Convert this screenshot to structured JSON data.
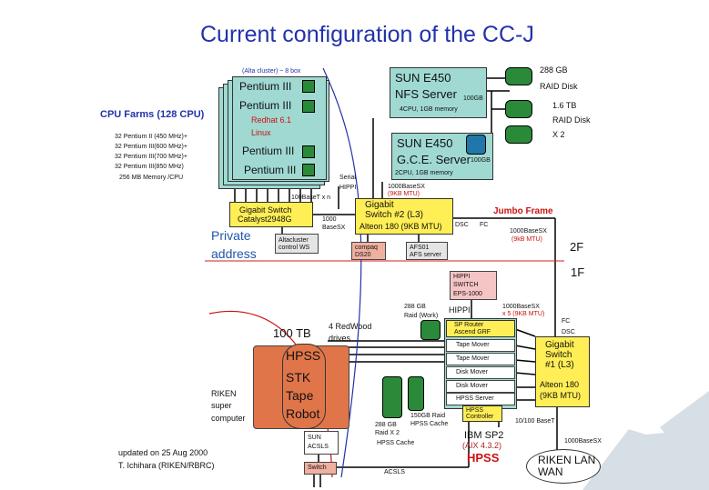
{
  "title": "Current configuration of the CC-J",
  "alta_cluster": "(Alta cluster) ~ 8 box",
  "pentium_labels": [
    "Pentium III",
    "Pentium III",
    "Pentium III",
    "Pentium III"
  ],
  "redhat": "Redhat 6.1",
  "linux": "Linux",
  "cpu_farms": "CPU Farms (128 CPU)",
  "cpu_specs": [
    "32 Pentium II (450 MHz)+",
    "32 Pentium III(600 MHz)+",
    "32 Pentium III(700 MHz)+",
    "32 Pentium III(850 MHz)",
    "256 MB Memory /CPU"
  ],
  "link_100baset": "100BaseT x n",
  "gigabit_switch_catalyst": [
    "Gigabit Switch",
    "Catalyst2948G"
  ],
  "link_1000basesx_left": [
    "1000",
    "BaseSX"
  ],
  "altacluster_control": [
    "Altacluster",
    "control WS"
  ],
  "private": "Private",
  "address": "address",
  "serial_hippi": [
    "Serial",
    "HIPPI"
  ],
  "sun_e450_nfs": [
    "SUN E450",
    "NFS Server"
  ],
  "nfs_100gb": "100GB",
  "nfs_specs": "4CPU, 1GB memory",
  "raid_288": [
    "288 GB",
    "RAID Disk"
  ],
  "raid_16tb": [
    "1.6 TB",
    "RAID Disk",
    "X 2"
  ],
  "sun_e450_gce": [
    "SUN E450",
    "G.C.E. Server"
  ],
  "gce_100gb": "100GB",
  "gce_specs": "2CPU, 1GB memory",
  "link_1000basesx_top": "1000BaseSX",
  "link_9kb_top": "(9KB MTU)",
  "gigabit_switch_2": [
    "Gigabit",
    "Switch #2 (L3)"
  ],
  "alteon_2": "Alteon 180 (9KB MTU)",
  "dsc": "DSC",
  "fc": "FC",
  "jumbo_frame": "Jumbo Frame",
  "link_1000basesx_right": "1000BaseSX",
  "link_9kb_right": "(9kB MTU)",
  "compaq": [
    "compaq",
    "DS20"
  ],
  "afs01": [
    "AFS01",
    "AFS server"
  ],
  "floor_2f": "2F",
  "floor_1f": "1F",
  "hippi_switch": [
    "HIPPI",
    "SWITCH",
    "EPS-1000"
  ],
  "hippi": "HIPPI",
  "raid_work": [
    "288 GB",
    "Raid (Work)"
  ],
  "link_1000basesx_mid": [
    "1000BaseSX",
    "x 5 (9KB MTU)"
  ],
  "fc_dsc": [
    "FC",
    "DSC"
  ],
  "sp_router": [
    "SP Router",
    "Ascend GRF"
  ],
  "sp_nodes": [
    "Tape Mover",
    "Tape Mover",
    "Disk Mover",
    "Disk Mover",
    "HPSS Server"
  ],
  "hpss_controller": [
    "HPSS",
    "Controller"
  ],
  "gigabit_switch_1": [
    "Gigabit",
    "Switch",
    "#1 (L3)"
  ],
  "alteon_1": [
    "Alteon 180",
    "(9KB MTU)"
  ],
  "link_10_100": "10/100 BaseT",
  "link_1000basesx_bottom": "1000BaseSX",
  "tb_100": "100 TB",
  "redwood": [
    "4 RedWood",
    "drives"
  ],
  "robot_labels": [
    "HPSS",
    "STK",
    "Tape",
    "Robot"
  ],
  "riken_super": [
    "RIKEN",
    "super",
    "computer"
  ],
  "sun_acsls": [
    "SUN",
    "ACSLS"
  ],
  "switch_label": "Switch",
  "acsls": "ACSLS",
  "raid_x2": [
    "288 GB",
    "Raid X 2",
    "HPSS Cache"
  ],
  "cache_150": [
    "150GB Raid",
    "HPSS Cache"
  ],
  "ibm_sp2": "IBM SP2",
  "aix": "(AIX 4.3.2)",
  "hpss_red": "HPSS",
  "riken_lan": [
    "RIKEN LAN",
    "WAN"
  ],
  "updated": "updated on 25 Aug 2000",
  "author": "T. Ichihara (RIKEN/RBRC)"
}
